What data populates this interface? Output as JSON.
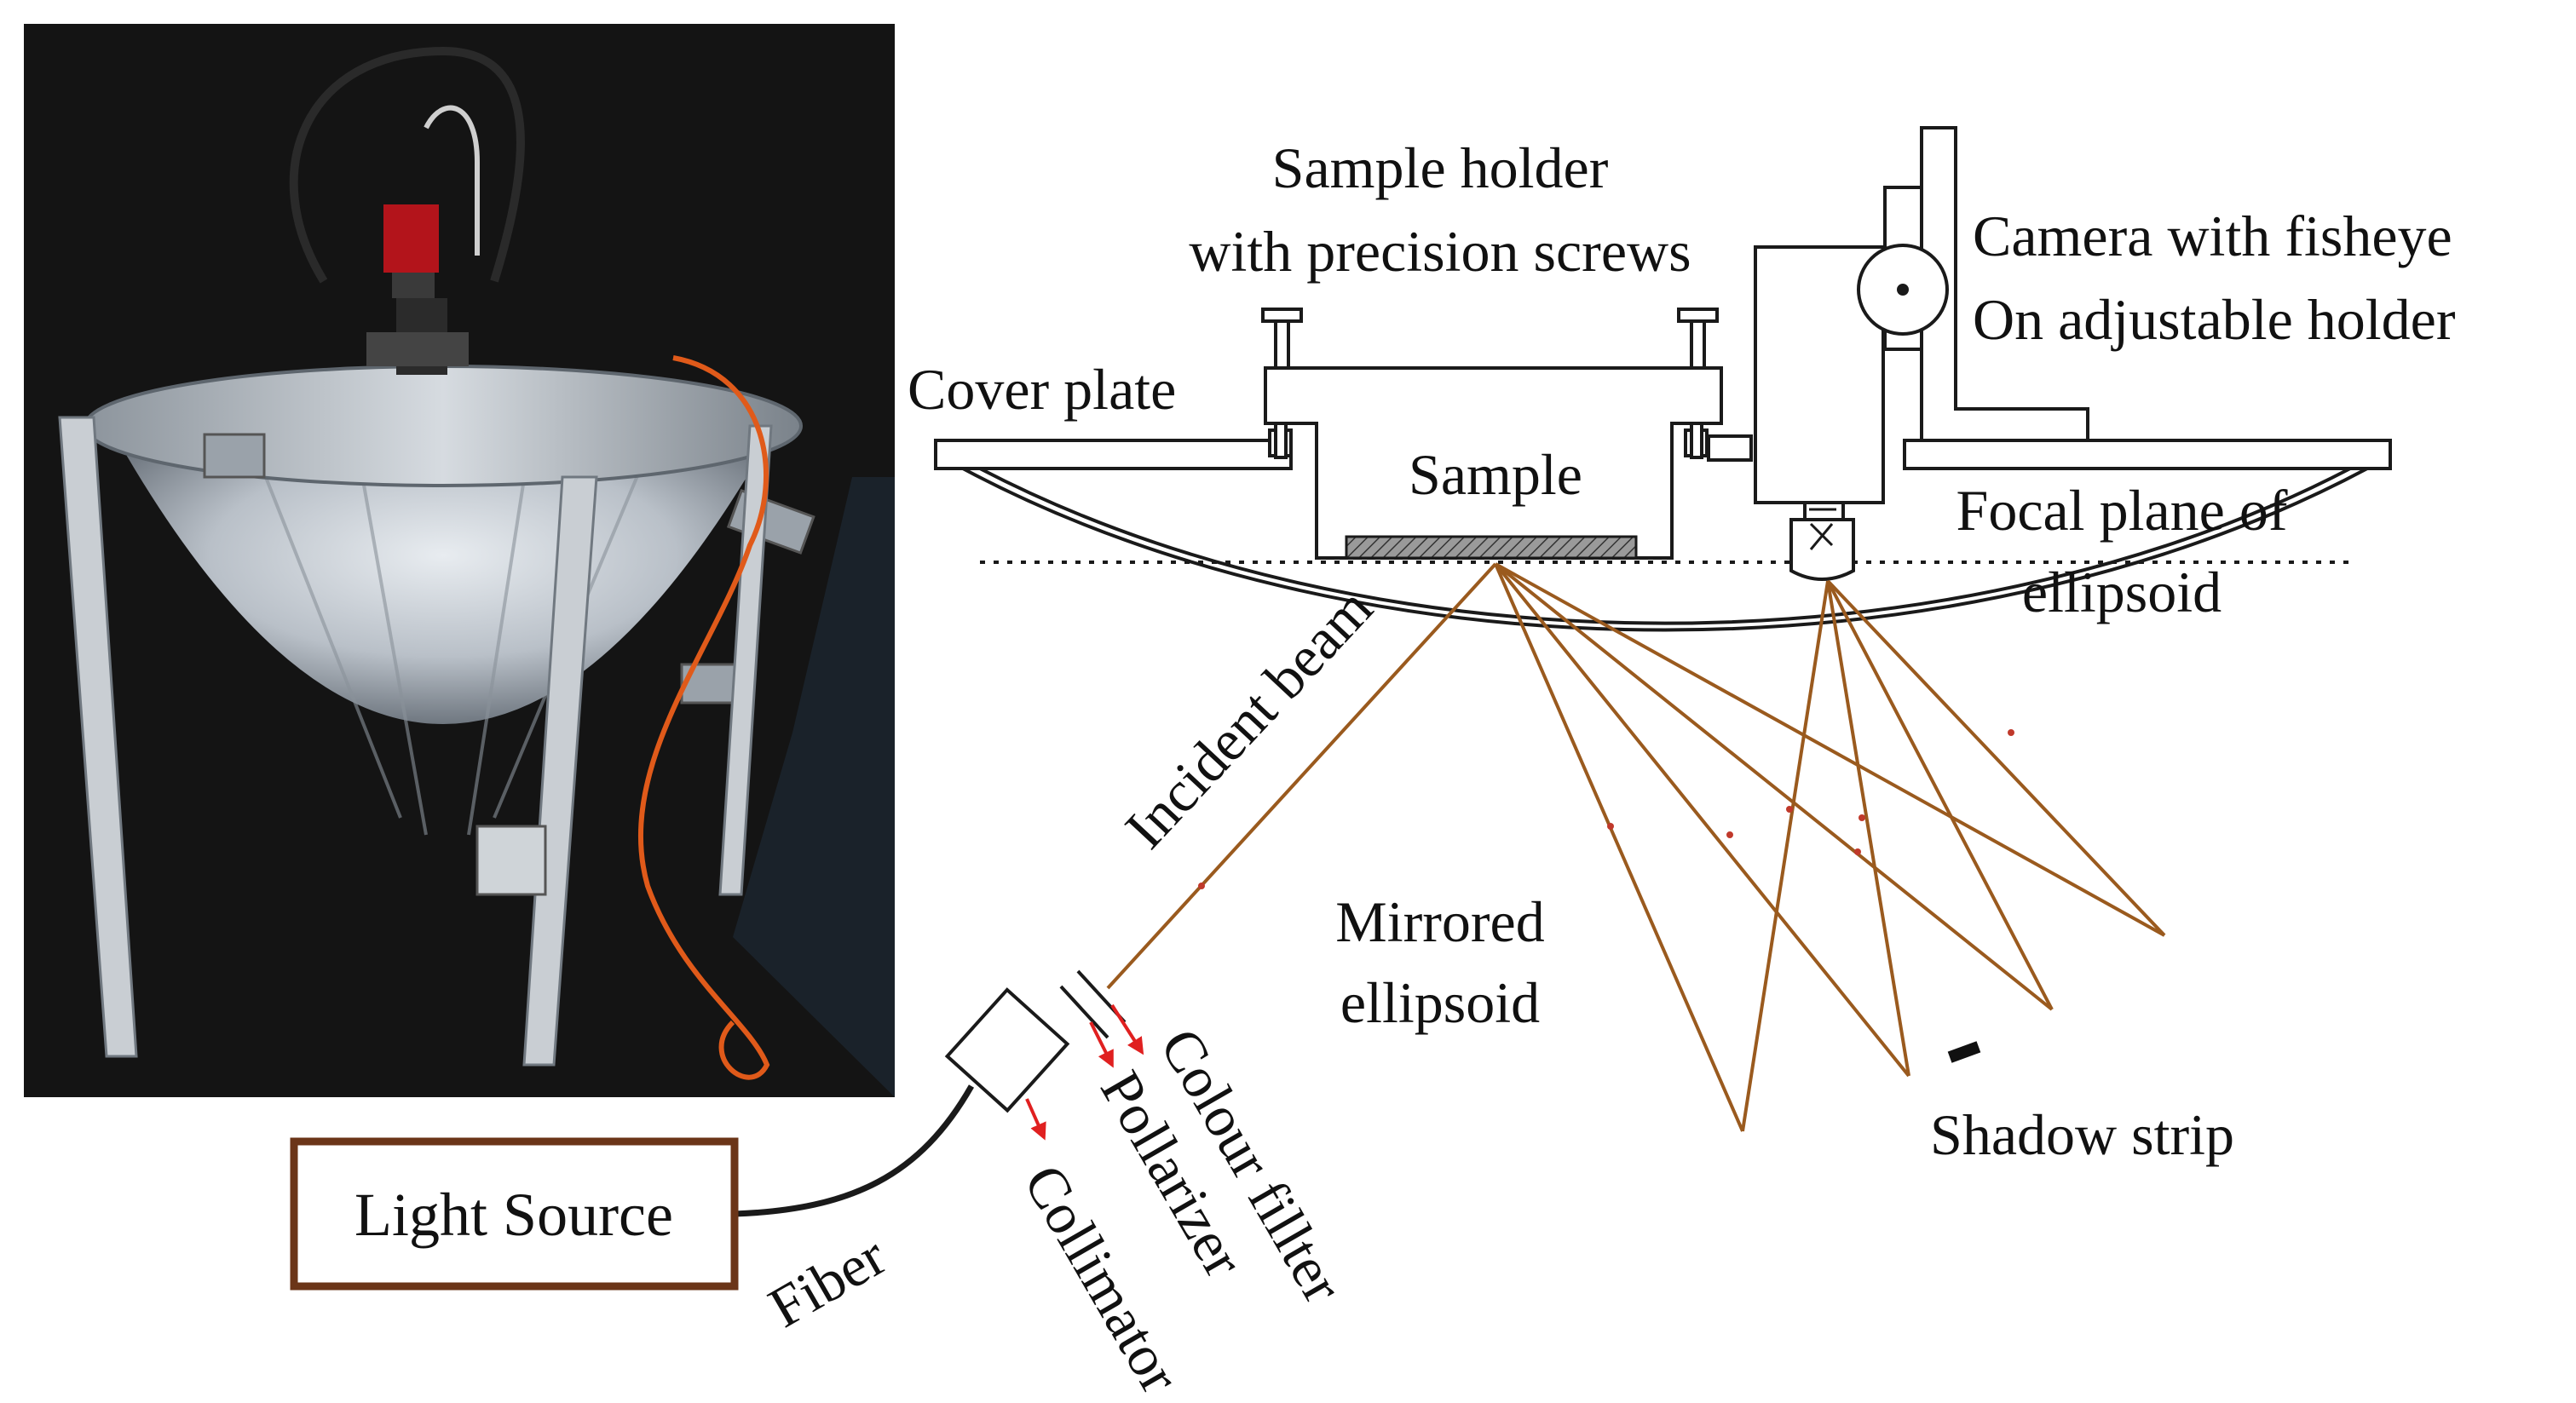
{
  "photo": {
    "subject": "photo of the mirrored ellipsoid scatterometer apparatus with camera mounted on top"
  },
  "labels": {
    "sample_holder_line1": "Sample holder",
    "sample_holder_line2": "with precision screws",
    "camera_line1": "Camera with fisheye",
    "camera_line2": "On adjustable holder",
    "cover_plate": "Cover plate",
    "sample": "Sample",
    "focal_plane_line1": "Focal plane of",
    "focal_plane_line2": "ellipsoid",
    "incident_beam": "Incident beam",
    "mirrored_line1": "Mirrored",
    "mirrored_line2": "ellipsoid",
    "light_source": "Light Source",
    "fiber": "Fiber",
    "collimator": "Collimator",
    "pollarizer": "Pollarizer",
    "colour_filter": "Colour fillter",
    "shadow_strip": "Shadow strip"
  },
  "colors": {
    "beam": "#9a5a1e",
    "arrow": "#e02020",
    "light_source_border": "#6b3518",
    "outline": "#1a1a1a"
  }
}
